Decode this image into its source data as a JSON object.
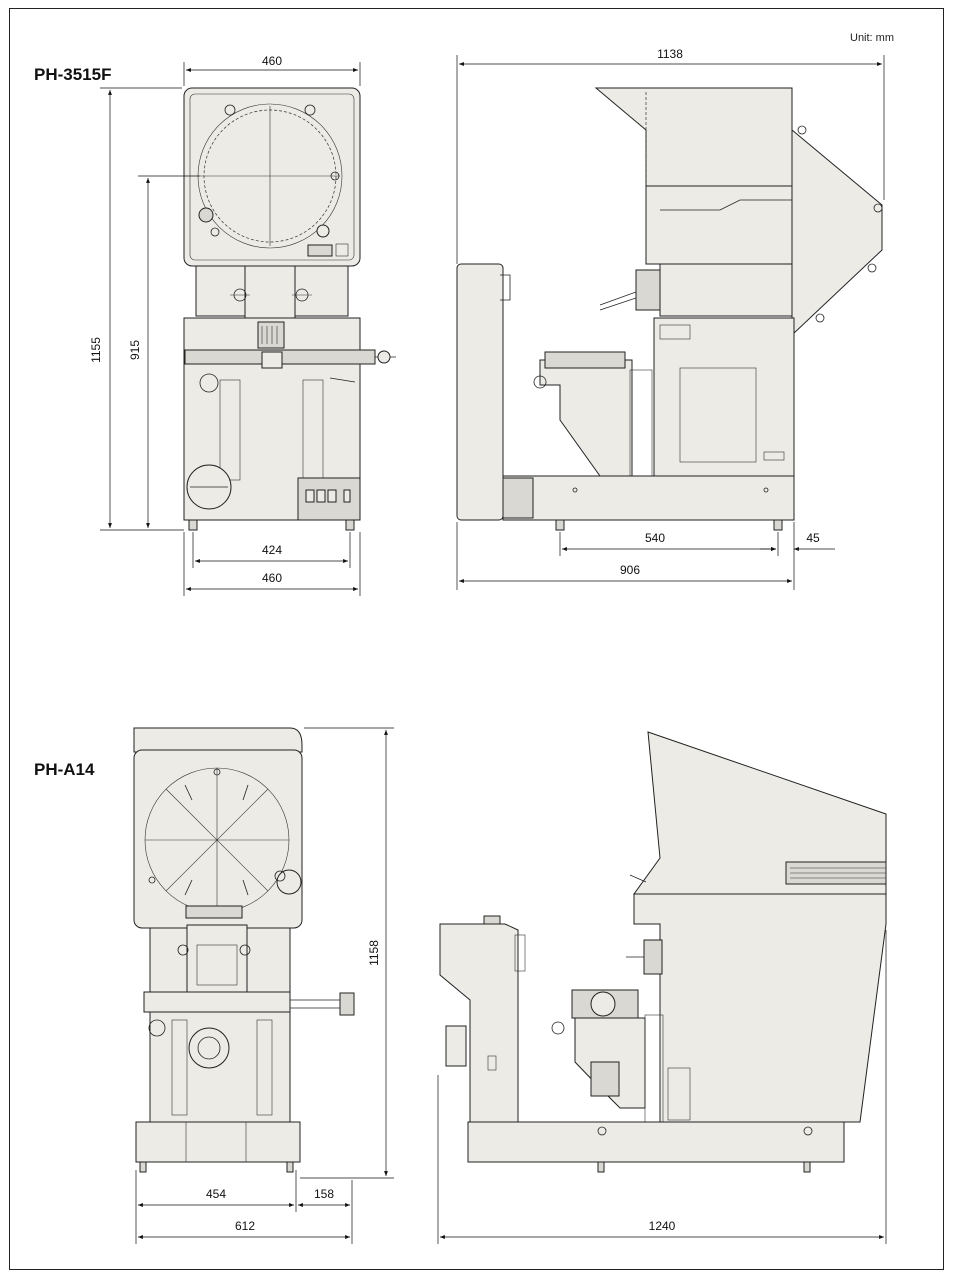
{
  "unit_label": "Unit: mm",
  "models": [
    {
      "name": "PH-3515F",
      "dimensions": {
        "front_top_width": "460",
        "front_height_total": "1155",
        "front_height_screen": "915",
        "front_base_inner_width": "424",
        "front_base_width": "460",
        "side_top_length": "1138",
        "side_foot_span": "540",
        "side_foot_offset": "45",
        "side_base_length": "906"
      }
    },
    {
      "name": "PH-A14",
      "dimensions": {
        "front_height_total": "1158",
        "front_foot_span": "454",
        "front_offset": "158",
        "front_base_width": "612",
        "side_total_length": "1240"
      }
    }
  ]
}
